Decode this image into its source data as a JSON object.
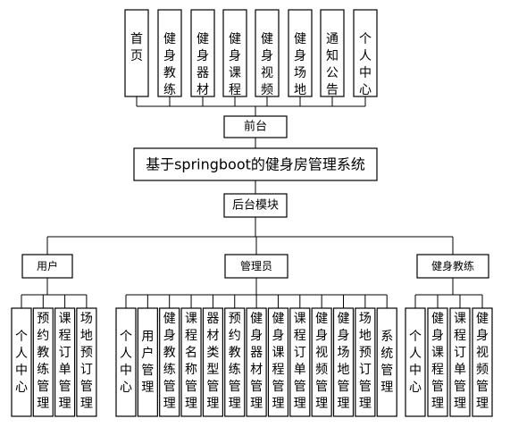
{
  "top_modules": [
    "首页",
    "健身教练",
    "健身器材",
    "健身课程",
    "健身视频",
    "健身场地",
    "通知公告",
    "个人中心"
  ],
  "frontend_label": "前台",
  "system_title": "基于springboot的健身房管理系统",
  "backend_label": "后台模块",
  "roles": [
    {
      "name": "用户",
      "items": [
        "个人中心",
        "预约教练管理",
        "课程订单管理",
        "场地预订管理"
      ]
    },
    {
      "name": "管理员",
      "items": [
        "个人中心",
        "用户管理",
        "健身教练管理",
        "课程名称管理",
        "器材类型管理",
        "预约教练管理",
        "健身器材管理",
        "健身课程管理",
        "课程订单管理",
        "健身视频管理",
        "健身场地管理",
        "场地预订管理",
        "系统管理"
      ]
    },
    {
      "name": "健身教练",
      "items": [
        "个人中心",
        "健身课程管理",
        "课程订单管理",
        "健身视频管理"
      ]
    }
  ]
}
